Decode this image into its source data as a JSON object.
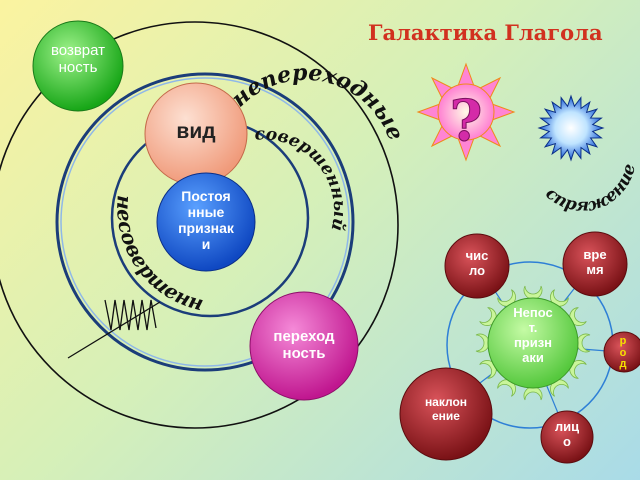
{
  "title": "Галактика Глагола",
  "question_mark": "?",
  "bubbles": {
    "vozvratnost": "возврат\nность",
    "vid": "вид",
    "postoyannye": "Постоя\nнные\nпризнак\nи",
    "perekhodnost": "переход\nность",
    "nepost": "Непос\nт.\nпризн\naки",
    "chislo": "чис\nло",
    "vremya": "вре\nмя",
    "rod": "р\nо\nд",
    "naklonenie": "наклон\nение",
    "litso": "лиц\nо"
  },
  "arc_words": {
    "neperekhodnye": "непереходные",
    "sovershenny": "совершенный",
    "nesovershenny": "несовершенный",
    "spryazhenie": "спряжение"
  },
  "colors": {
    "title": "#d1311f",
    "green": "#2fc32f",
    "peach": "#f6b69a",
    "blue": "#1f63d8",
    "magenta": "#d42ba8",
    "maroon": "#9b1f24",
    "ring": "#1b3d7a"
  }
}
